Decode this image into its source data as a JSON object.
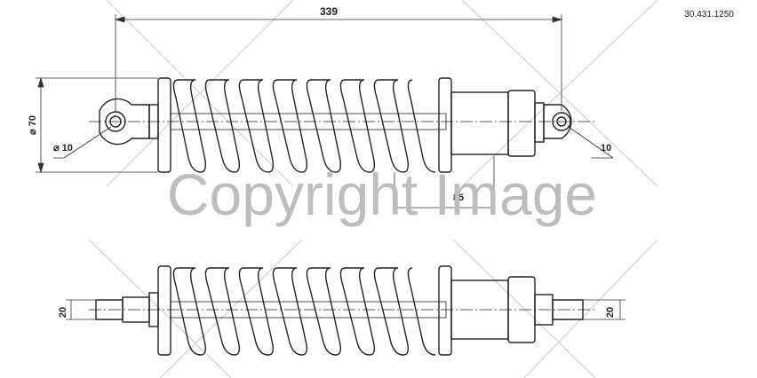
{
  "part_number": "30.431.1250",
  "dimensions": {
    "overall_length": "339",
    "outer_diameter": "⌀ 70",
    "left_eye_bore": "⌀ 10",
    "right_eye_bore": "10",
    "stroke": "85",
    "left_eye_width": "20",
    "right_eye_width": "20"
  },
  "watermark": "Copyright Image",
  "colors": {
    "line": "#222222",
    "dim": "#333333",
    "watermark": "#bdbdbd"
  }
}
